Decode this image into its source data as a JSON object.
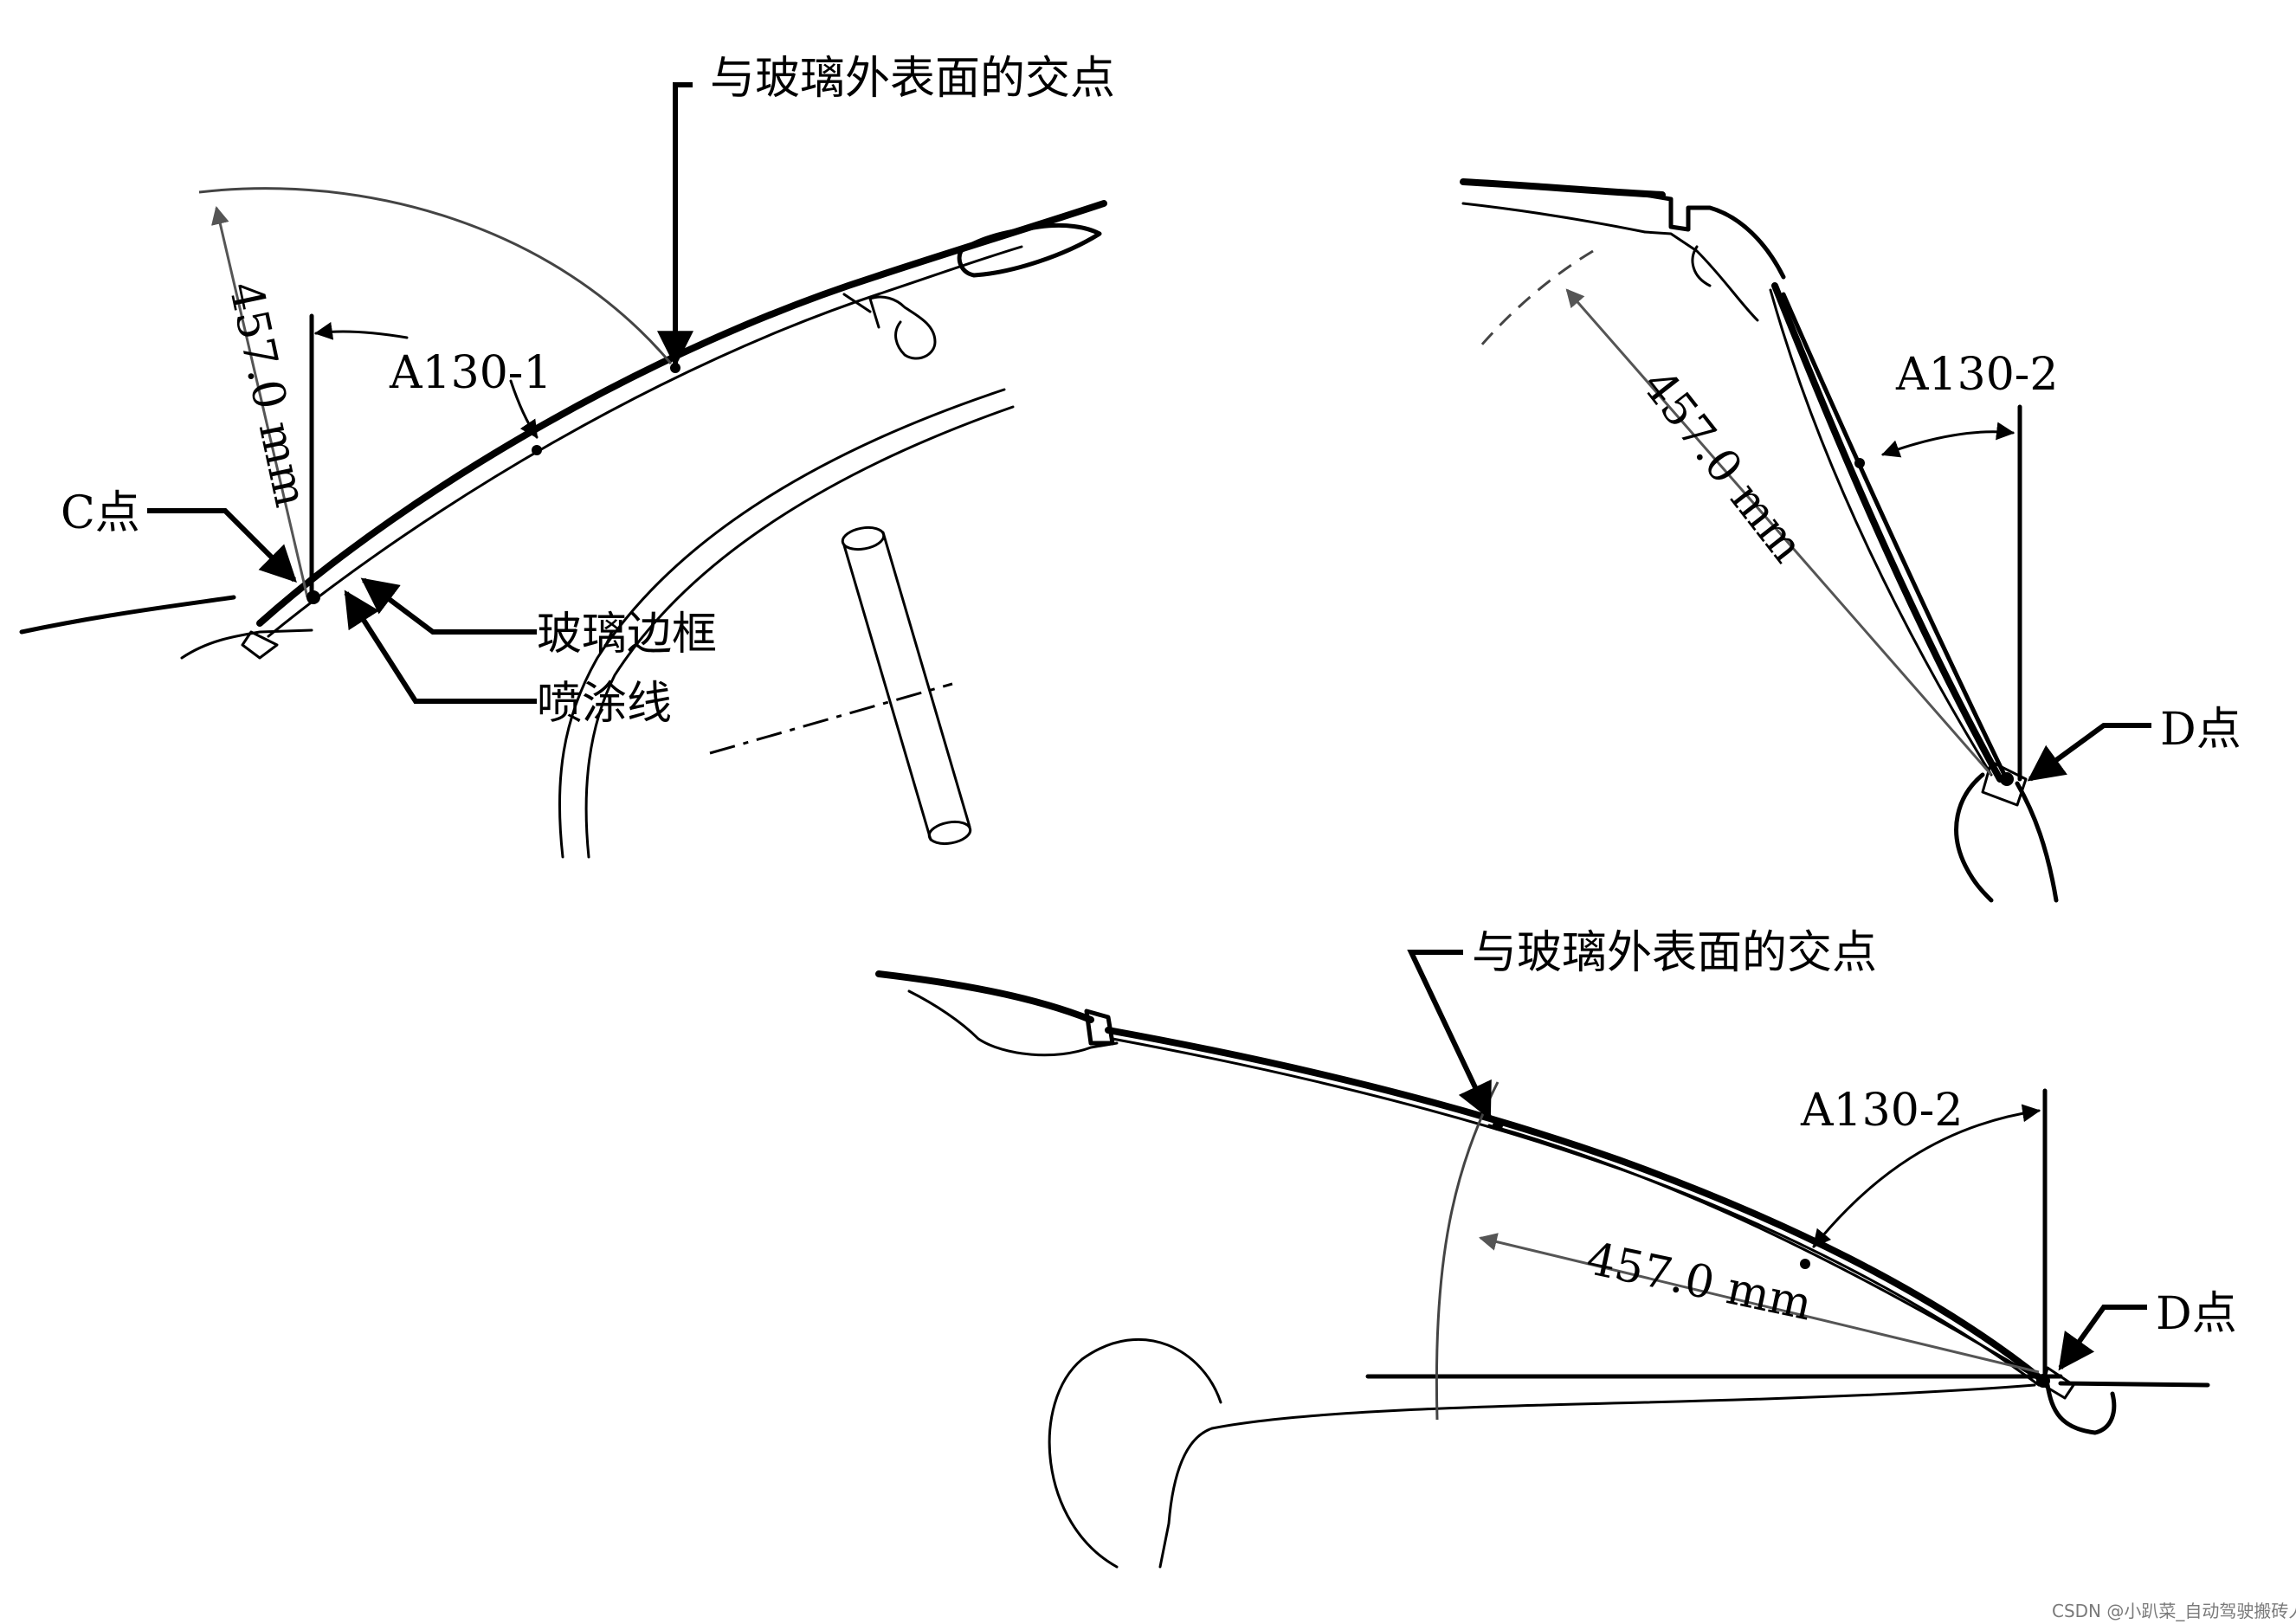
{
  "labels": {
    "view1_intersection": "与玻璃外表面的交点",
    "view1_angle": "A130-1",
    "view1_distance": "457.0 mm",
    "view1_point": "C点",
    "view1_glass_frame": "玻璃边框",
    "view1_spray_line": "喷涂线",
    "view2_angle": "A130-2",
    "view2_distance": "457.0 mm",
    "view2_point": "D点",
    "view3_intersection": "与玻璃外表面的交点",
    "view3_angle": "A130-2",
    "view3_distance": "457.0 mm",
    "view3_point": "D点",
    "watermark": "CSDN @小趴菜_自动驾驶搬砖人"
  }
}
